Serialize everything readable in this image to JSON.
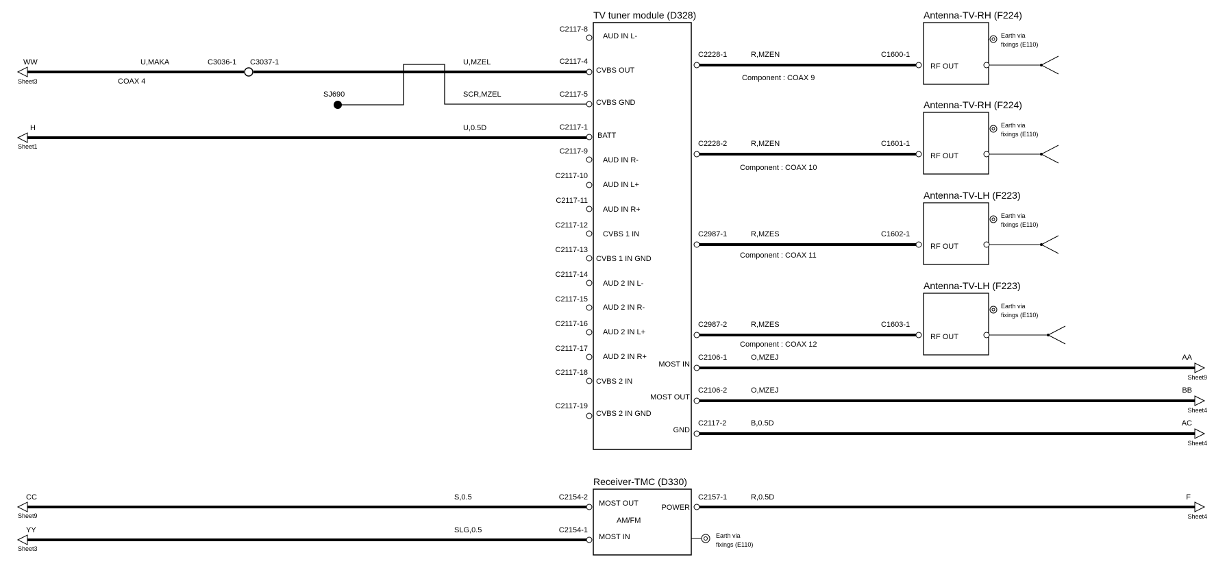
{
  "tuner": {
    "title": "TV tuner module (D328)",
    "left_pins": [
      {
        "connector": "C2117-8",
        "label": "AUD IN L-"
      },
      {
        "connector": "C2117-4",
        "label": "CVBS OUT"
      },
      {
        "connector": "C2117-5",
        "label": "CVBS GND"
      },
      {
        "connector": "C2117-1",
        "label": "BATT"
      },
      {
        "connector": "C2117-9",
        "label": "AUD IN R-"
      },
      {
        "connector": "C2117-10",
        "label": "AUD IN L+"
      },
      {
        "connector": "C2117-11",
        "label": "AUD IN R+"
      },
      {
        "connector": "C2117-12",
        "label": "CVBS 1 IN"
      },
      {
        "connector": "C2117-13",
        "label": "CVBS 1 IN GND"
      },
      {
        "connector": "C2117-14",
        "label": "AUD 2 IN L-"
      },
      {
        "connector": "C2117-15",
        "label": "AUD 2 IN R-"
      },
      {
        "connector": "C2117-16",
        "label": "AUD 2 IN L+"
      },
      {
        "connector": "C2117-17",
        "label": "AUD 2 IN R+"
      },
      {
        "connector": "C2117-18",
        "label": "CVBS 2 IN"
      },
      {
        "connector": "C2117-19",
        "label": "CVBS 2 IN GND"
      }
    ],
    "right_pins": [
      {
        "label": "MOST IN"
      },
      {
        "label": "MOST OUT"
      },
      {
        "label": "GND"
      }
    ]
  },
  "left_wires": [
    {
      "endpoint": "WW",
      "sheet": "Sheet3",
      "code1": "U,MAKA",
      "inline1": "C3036-1",
      "inline2": "C3037-1",
      "component": "COAX 4",
      "code2": "U,MZEL"
    },
    {
      "endpoint": "H",
      "sheet": "Sheet1",
      "code": "U,0.5D"
    }
  ],
  "splice": {
    "name": "SJ690",
    "code": "SCR,MZEL"
  },
  "antennas": [
    {
      "title": "Antenna-TV-RH (F224)",
      "box_label": "RF OUT",
      "earth": "Earth via",
      "earth2": "fixings (E110)",
      "from": "C2228-1",
      "code": "R,MZEN",
      "to": "C1600-1",
      "component": "Component : COAX 9"
    },
    {
      "title": "Antenna-TV-RH (F224)",
      "box_label": "RF OUT",
      "earth": "Earth via",
      "earth2": "fixings (E110)",
      "from": "C2228-2",
      "code": "R,MZEN",
      "to": "C1601-1",
      "component": "Component : COAX 10"
    },
    {
      "title": "Antenna-TV-LH (F223)",
      "box_label": "RF OUT",
      "earth": "Earth via",
      "earth2": "fixings (E110)",
      "from": "C2987-1",
      "code": "R,MZES",
      "to": "C1602-1",
      "component": "Component : COAX 11"
    },
    {
      "title": "Antenna-TV-LH (F223)",
      "box_label": "RF OUT",
      "earth": "Earth via",
      "earth2": "fixings (E110)",
      "from": "C2987-2",
      "code": "R,MZES",
      "to": "C1603-1",
      "component": "Component : COAX 12"
    }
  ],
  "right_wires": [
    {
      "connector": "C2106-1",
      "code": "O,MZEJ",
      "endpoint": "AA",
      "sheet": "Sheet9"
    },
    {
      "connector": "C2106-2",
      "code": "O,MZEJ",
      "endpoint": "BB",
      "sheet": "Sheet4"
    },
    {
      "connector": "C2117-2",
      "code": "B,0.5D",
      "endpoint": "AC",
      "sheet": "Sheet4"
    }
  ],
  "receiver": {
    "title": "Receiver-TMC (D330)",
    "pin_most_out": "MOST OUT",
    "pin_power": "POWER",
    "pin_amfm": "AM/FM",
    "pin_most_in": "MOST IN",
    "earth": "Earth via",
    "earth2": "fixings (E110)",
    "wires": [
      {
        "endpoint": "CC",
        "sheet": "Sheet9",
        "code": "S,0.5",
        "connector": "C2154-2"
      },
      {
        "endpoint": "YY",
        "sheet": "Sheet3",
        "code": "SLG,0.5",
        "connector": "C2154-1"
      }
    ],
    "out_wire": {
      "connector": "C2157-1",
      "code": "R,0.5D",
      "endpoint": "F",
      "sheet": "Sheet4"
    }
  }
}
